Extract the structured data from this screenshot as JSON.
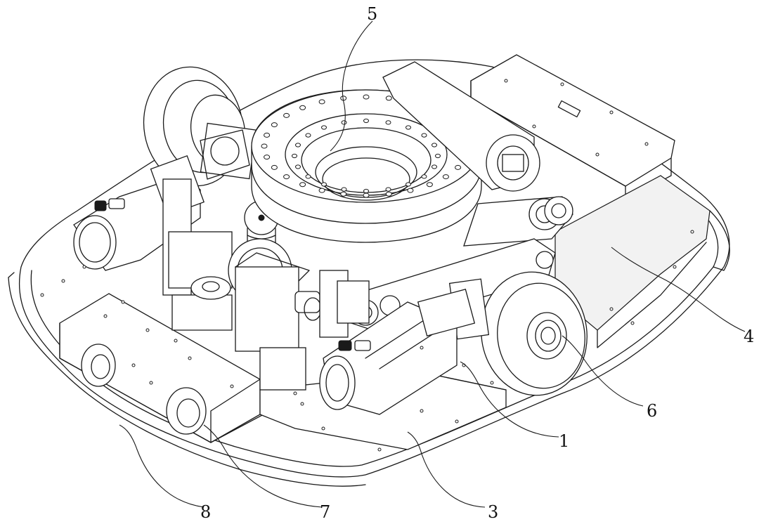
{
  "callouts": [
    {
      "id": "1",
      "label": "1"
    },
    {
      "id": "3",
      "label": "3"
    },
    {
      "id": "4",
      "label": "4"
    },
    {
      "id": "5",
      "label": "5"
    },
    {
      "id": "6",
      "label": "6"
    },
    {
      "id": "7",
      "label": "7"
    },
    {
      "id": "8",
      "label": "8"
    }
  ]
}
